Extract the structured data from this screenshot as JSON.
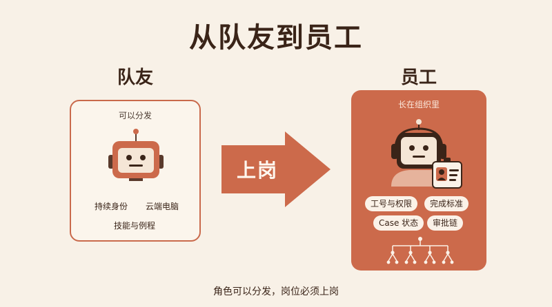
{
  "title": "从队友到员工",
  "teammate": {
    "heading": "队友",
    "caption": "可以分发",
    "tags": [
      "持续身份",
      "云端电脑",
      "技能与例程"
    ]
  },
  "transition": {
    "label": "上岗"
  },
  "employee": {
    "heading": "员工",
    "caption": "长在组织里",
    "tags": [
      "工号与权限",
      "完成标准",
      "Case 状态",
      "审批链"
    ]
  },
  "footer": "角色可以分发，岗位必须上岗",
  "colors": {
    "background": "#f8f1e7",
    "accent": "#cc6a4b",
    "dark": "#3a2418"
  }
}
